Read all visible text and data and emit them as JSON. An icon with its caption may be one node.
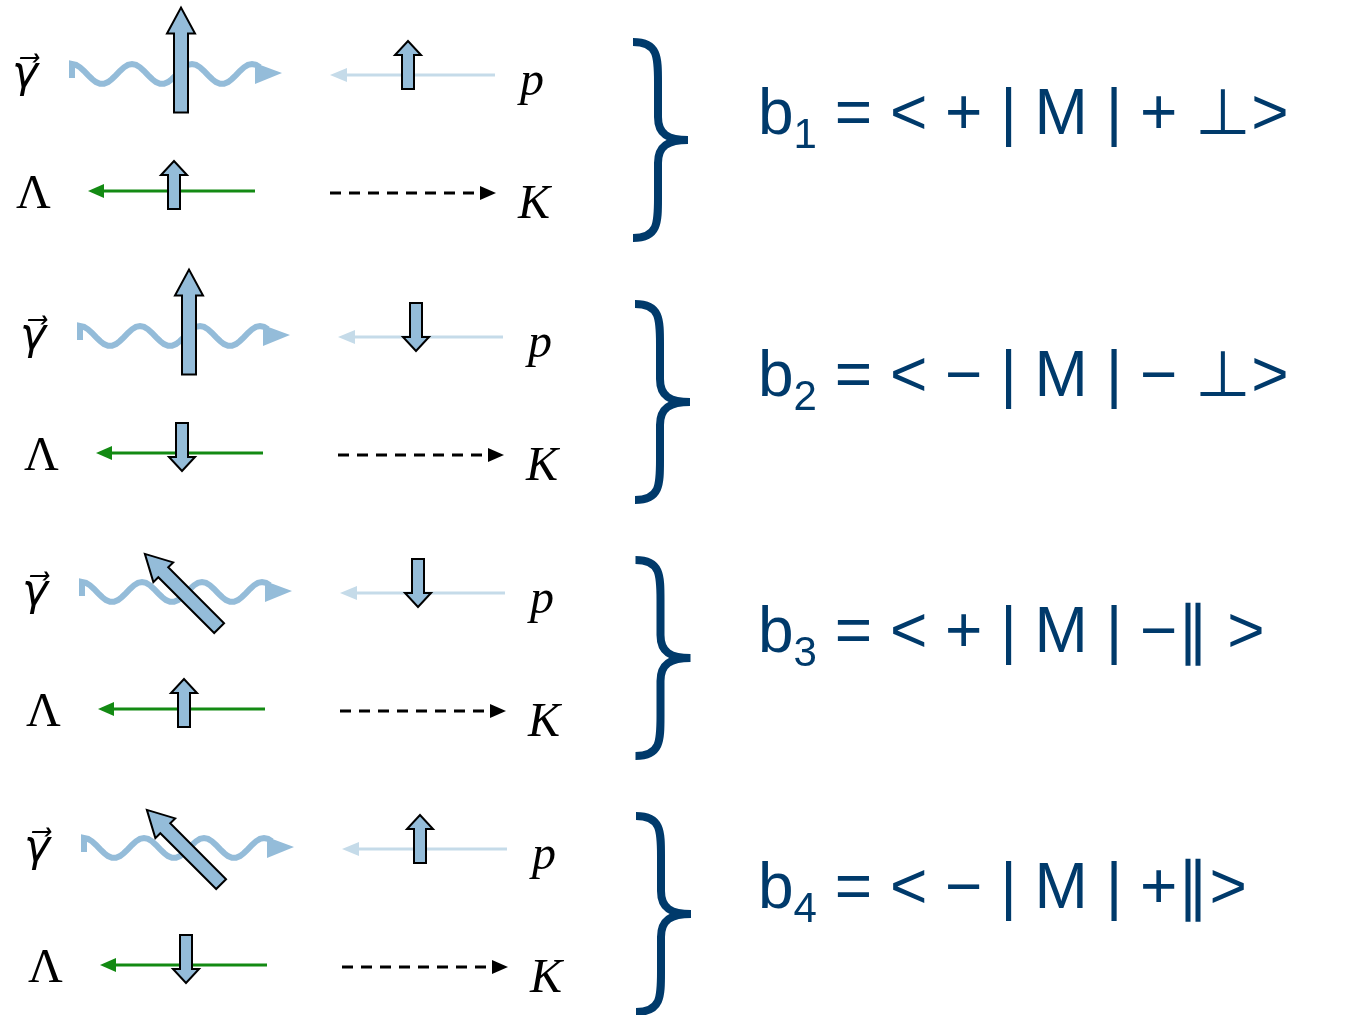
{
  "diagram": {
    "labels": [
      "γ⃗",
      "p",
      "b$_{1}$ = < + | M | + ⊥>",
      "Λ",
      "K",
      "γ⃗",
      "p",
      "b$_{2}$ = < − | M | − ⊥>",
      "Λ",
      "K",
      "γ⃗",
      "p",
      "b$_{3}$ = < + | M | −∥ >",
      "Λ",
      "K",
      "γ⃗",
      "p",
      "b$_{4}$ = < − | M | +∥>",
      "Λ",
      "K"
    ]
  }
}
